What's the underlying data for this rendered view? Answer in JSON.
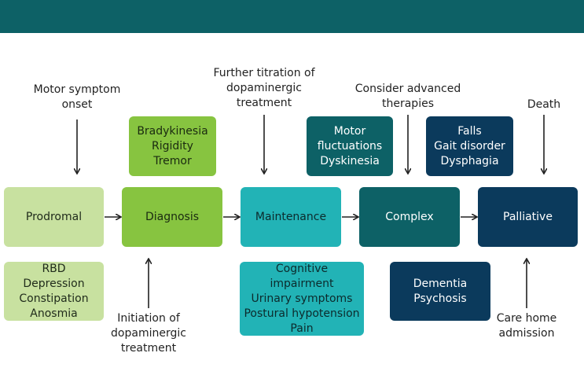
{
  "colors": {
    "banner": "#0d6166",
    "prodromal": "#c8e1a0",
    "diagnosis": "#87c440",
    "maintenance": "#22b3b6",
    "complex": "#0d6166",
    "palliative": "#0b3a5c"
  },
  "stages": [
    {
      "id": "prodromal",
      "label": "Prodromal"
    },
    {
      "id": "diagnosis",
      "label": "Diagnosis"
    },
    {
      "id": "maintenance",
      "label": "Maintenance"
    },
    {
      "id": "complex",
      "label": "Complex"
    },
    {
      "id": "palliative",
      "label": "Palliative"
    }
  ],
  "symptom_boxes": {
    "prodromal_below": [
      "RBD",
      "Depression",
      "Constipation",
      "Anosmia"
    ],
    "diagnosis_above": [
      "Bradykinesia",
      "Rigidity",
      "Tremor"
    ],
    "maintenance_below": [
      "Cognitive",
      "impairment",
      "Urinary symptoms",
      "Postural hypotension",
      "Pain"
    ],
    "complex_above": [
      "Motor",
      "fluctuations",
      "Dyskinesia"
    ],
    "palliative_above": [
      "Falls",
      "Gait disorder",
      "Dysphagia"
    ],
    "palliative_below": [
      "Dementia",
      "Psychosis"
    ]
  },
  "annotations": {
    "motor_onset": [
      "Motor symptom",
      "onset"
    ],
    "titration": [
      "Further titration of",
      "dopaminergic",
      "treatment"
    ],
    "advanced": [
      "Consider advanced",
      "therapies"
    ],
    "death": [
      "Death"
    ],
    "initiation": [
      "Initiation of",
      "dopaminergic",
      "treatment"
    ],
    "care_home": [
      "Care home",
      "admission"
    ]
  }
}
